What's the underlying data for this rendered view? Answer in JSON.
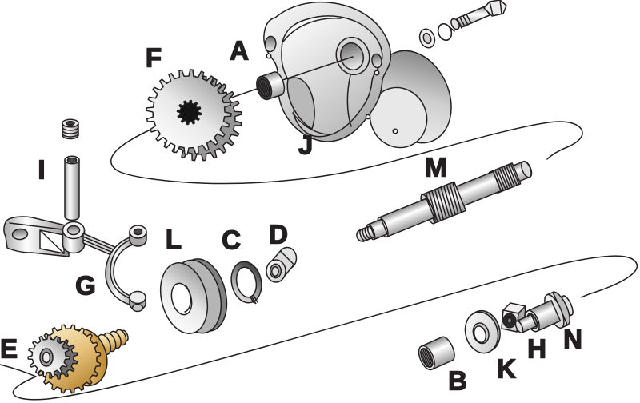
{
  "figure": {
    "type": "exploded-parts-diagram",
    "background": "#ffffff",
    "line_color": "#231f20",
    "brass_color": "#e6c17c",
    "brass_light": "#f6ecca",
    "brass_dark": "#bd8c33",
    "metal_light": "#ffffff",
    "metal_mid": "#c8c8c8",
    "metal_dark": "#8a8a8a"
  },
  "labels": {
    "A": "A",
    "B": "B",
    "C": "C",
    "D": "D",
    "E": "E",
    "F": "F",
    "G": "G",
    "H": "H",
    "I": "I",
    "J": "J",
    "K": "K",
    "L": "L",
    "M": "M",
    "N": "N"
  }
}
